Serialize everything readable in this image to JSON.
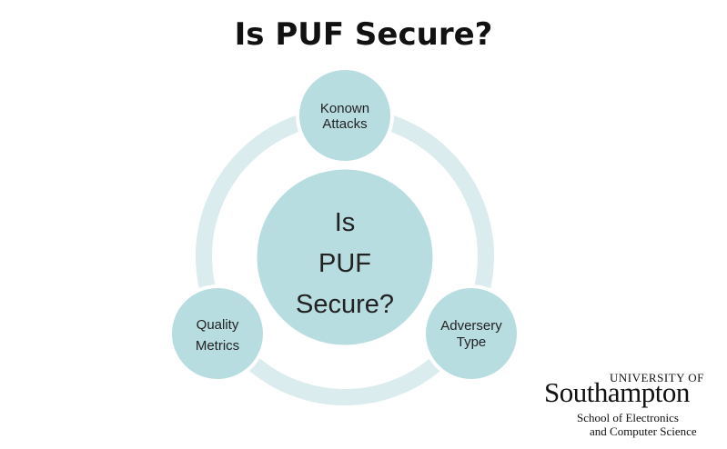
{
  "slide": {
    "title": "Is PUF Secure?"
  },
  "diagram": {
    "colors": {
      "ring": "#daecee",
      "node_fill": "#b8dde1",
      "node_stroke": "#ffffff",
      "text": "#222222"
    },
    "center": {
      "lines": [
        "Is",
        "PUF",
        "Secure?"
      ]
    },
    "nodes": [
      {
        "id": "known-attacks",
        "lines": [
          "Konown",
          "Attacks"
        ]
      },
      {
        "id": "adversery-type",
        "lines": [
          "Adversery",
          "Type"
        ]
      },
      {
        "id": "quality-metrics",
        "lines": [
          "Quality",
          "Metrics"
        ]
      }
    ]
  },
  "logo": {
    "university_of": "UNIVERSITY OF",
    "name": "Southampton",
    "school_line1": "School of Electronics",
    "school_line2": "and Computer Science"
  }
}
